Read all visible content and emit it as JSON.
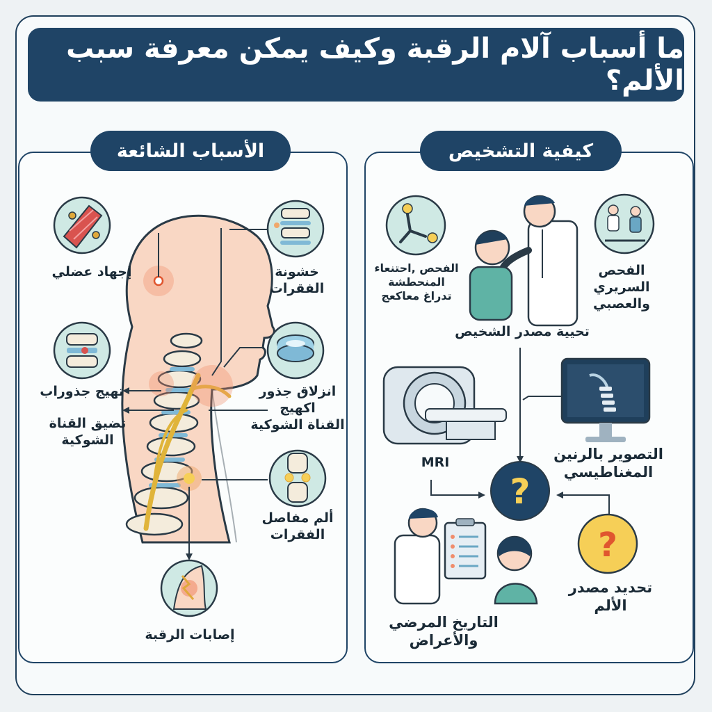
{
  "header": {
    "title": "ما أسباب آلام الرقبة وكيف يمكن معرفة سبب الألم؟"
  },
  "causes": {
    "heading": "الأسباب الشائعة",
    "muscle_strain": "إجهاد عضلي",
    "spondylosis": "خشونة\nالفقرات",
    "nerve_root": "تهيج جذوراب",
    "stenosis": "تضيق القناة\nالشوكية",
    "disc_herniation": "انزلاق جذور\nاكهيج\nالقناة الشوكية",
    "facet_pain": "ألم مفاصل\nالفقرات",
    "injuries": "إصابات الرقبة"
  },
  "diagnosis": {
    "heading": "كيفية التشخيص",
    "exam_left": "الفحص ,احتنعاء\nالمنحطشة\nتدراغ معاكعج",
    "clinical_exam": "الفحص السريري\nوالعصبي",
    "source_caption": "تحيية مصدر الشخيص",
    "mri_label": "MRI",
    "imaging": "التصوير بالرنين\nالمغناطيسي",
    "history": "التاريخ المرضي\nوالأعراض",
    "identify_source": "تحديد مصدر\nالألم",
    "question_mark": "?"
  },
  "colors": {
    "navy": "#1f4466",
    "teal_bg": "#cfe9e4",
    "skin": "#f6c8ad",
    "yellow": "#f6cf57",
    "accent_red": "#f08c6b"
  }
}
